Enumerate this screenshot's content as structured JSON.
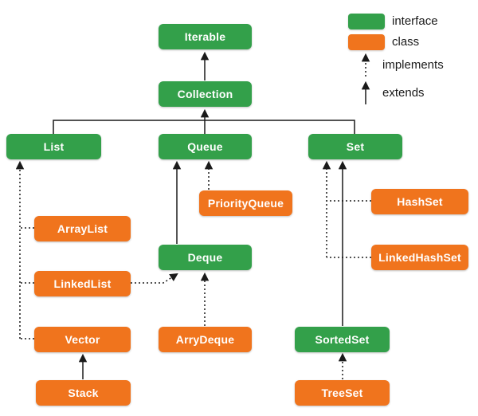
{
  "colors": {
    "interface": "#33a04a",
    "class": "#f0741d",
    "arrow": "#1a1a1a"
  },
  "legend": {
    "interface": "interface",
    "class": "class",
    "implements": "implements",
    "extends": "extends"
  },
  "nodes": {
    "iterable": {
      "label": "Iterable",
      "type": "interface"
    },
    "collection": {
      "label": "Collection",
      "type": "interface"
    },
    "list": {
      "label": "List",
      "type": "interface"
    },
    "queue": {
      "label": "Queue",
      "type": "interface"
    },
    "set": {
      "label": "Set",
      "type": "interface"
    },
    "priorityqueue": {
      "label": "PriorityQueue",
      "type": "class"
    },
    "hashset": {
      "label": "HashSet",
      "type": "class"
    },
    "arraylist": {
      "label": "ArrayList",
      "type": "class"
    },
    "deque": {
      "label": "Deque",
      "type": "interface"
    },
    "linkedhashset": {
      "label": "LinkedHashSet",
      "type": "class"
    },
    "linkedlist": {
      "label": "LinkedList",
      "type": "class"
    },
    "vector": {
      "label": "Vector",
      "type": "class"
    },
    "arrydeque": {
      "label": "ArryDeque",
      "type": "class"
    },
    "sortedset": {
      "label": "SortedSet",
      "type": "interface"
    },
    "stack": {
      "label": "Stack",
      "type": "class"
    },
    "treeset": {
      "label": "TreeSet",
      "type": "class"
    }
  },
  "edges": [
    {
      "from": "Collection",
      "to": "Iterable",
      "relation": "extends"
    },
    {
      "from": "List",
      "to": "Collection",
      "relation": "extends"
    },
    {
      "from": "Queue",
      "to": "Collection",
      "relation": "extends"
    },
    {
      "from": "Set",
      "to": "Collection",
      "relation": "extends"
    },
    {
      "from": "ArrayList",
      "to": "List",
      "relation": "implements"
    },
    {
      "from": "LinkedList",
      "to": "List",
      "relation": "implements"
    },
    {
      "from": "Vector",
      "to": "List",
      "relation": "implements"
    },
    {
      "from": "Stack",
      "to": "Vector",
      "relation": "extends"
    },
    {
      "from": "PriorityQueue",
      "to": "Queue",
      "relation": "implements"
    },
    {
      "from": "Deque",
      "to": "Queue",
      "relation": "extends"
    },
    {
      "from": "LinkedList",
      "to": "Deque",
      "relation": "implements"
    },
    {
      "from": "ArryDeque",
      "to": "Deque",
      "relation": "implements"
    },
    {
      "from": "HashSet",
      "to": "Set",
      "relation": "implements"
    },
    {
      "from": "LinkedHashSet",
      "to": "Set",
      "relation": "implements"
    },
    {
      "from": "SortedSet",
      "to": "Set",
      "relation": "extends"
    },
    {
      "from": "TreeSet",
      "to": "SortedSet",
      "relation": "implements"
    }
  ]
}
